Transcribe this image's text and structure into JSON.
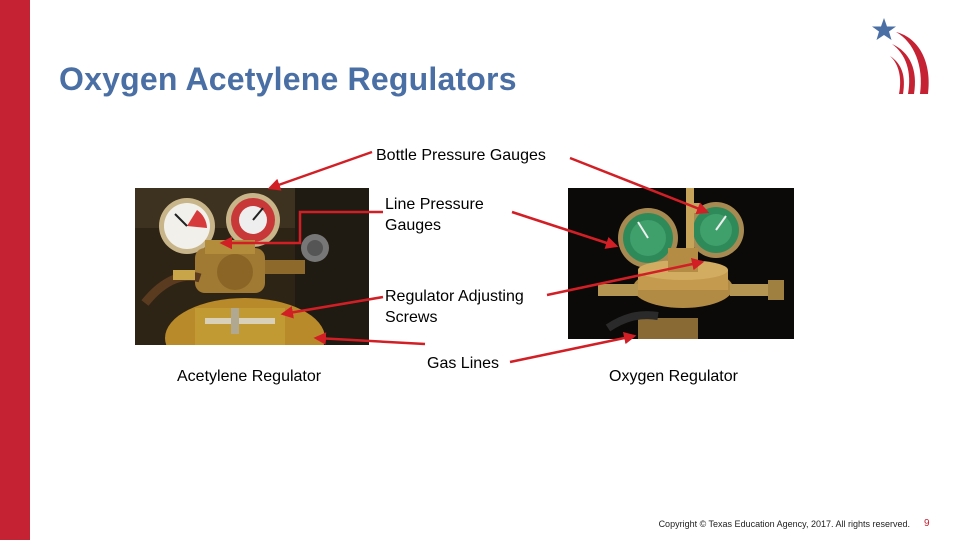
{
  "slide": {
    "title": "Oxygen Acetylene Regulators",
    "accent_color": "#c52233",
    "title_color": "#4a6fa5",
    "logo_icon": "star-swoosh-logo-icon"
  },
  "labels": {
    "bottle_pressure": "Bottle Pressure Gauges",
    "line_pressure_line1": "Line Pressure",
    "line_pressure_line2": "Gauges",
    "adjusting_line1": "Regulator Adjusting",
    "adjusting_line2": "Screws",
    "gas_lines": "Gas Lines"
  },
  "captions": {
    "acetylene": "Acetylene Regulator",
    "oxygen": "Oxygen Regulator"
  },
  "footer": {
    "copyright": "Copyright © Texas Education Agency, 2017. All rights reserved.",
    "page_number": "9"
  }
}
